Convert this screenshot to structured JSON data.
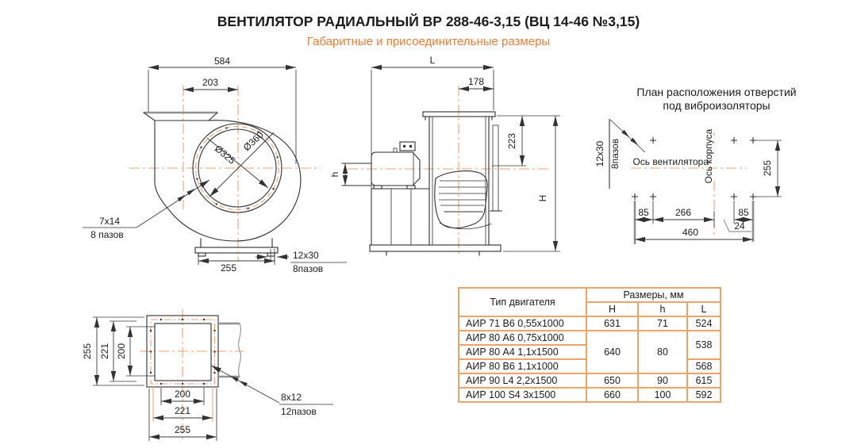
{
  "header": {
    "title": "ВЕНТИЛЯТОР РАДИАЛЬНЫЙ ВР 288-46-3,15 (ВЦ 14-46 №3,15)",
    "subtitle": "Габаритные и присоединительные размеры"
  },
  "colors": {
    "accent_orange": "#ee7c39",
    "centerline_orange": "#f2a273",
    "table_border": "#f0a368",
    "drawing_line": "#2f2f2f"
  },
  "front_view": {
    "width": "584",
    "inlet_offset": "203",
    "dia_inner": "Ø325",
    "dia_outer": "Ø360",
    "slot": "7x14",
    "slot_count": "8 пазов",
    "base_width": "255",
    "base_slot": "12x30",
    "base_slot_count": "8пазов"
  },
  "side_view": {
    "length": "L",
    "outlet_offset": "178",
    "outlet_depth": "223",
    "height": "H",
    "axis_offset": "h"
  },
  "plan_view": {
    "title_line1": "План расположения отверстий",
    "title_line2": "под виброизоляторы",
    "slot": "12x30",
    "slot_count": "8пазов",
    "fan_axis": "Ось вентилятора",
    "body_axis": "Ось корпуса",
    "hole_span": "255",
    "left_pitch": "85",
    "center_pitch": "266",
    "right_pitch": "85",
    "axis_offset": "24",
    "total_length": "460"
  },
  "flange_view": {
    "outer_v": "255",
    "bolt_v": "221",
    "opening_v": "200",
    "opening_h": "200",
    "bolt_h": "221",
    "outer_h": "255",
    "slot": "8x12",
    "slot_count": "12пазов"
  },
  "table": {
    "col_type": "Тип двигателя",
    "col_sizes": "Размеры, мм",
    "col_H": "H",
    "col_h": "h",
    "col_L": "L",
    "rows": [
      {
        "name": "АИР 71 В6 0,55х1000",
        "H": "631",
        "h": "71",
        "L": "524"
      },
      {
        "name": "АИР 80 А6 0,75х1000",
        "H": "640",
        "h": "80",
        "L": "538"
      },
      {
        "name": "АИР 80 А4 1,1х1500"
      },
      {
        "name": "АИР 80 В6 1,1х1000",
        "L": "568"
      },
      {
        "name": "АИР 90 L4 2,2х1500",
        "H": "650",
        "h": "90",
        "L": "615"
      },
      {
        "name": "АИР 100 S4 3х1500",
        "H": "660",
        "h": "100",
        "L": "592"
      }
    ]
  }
}
